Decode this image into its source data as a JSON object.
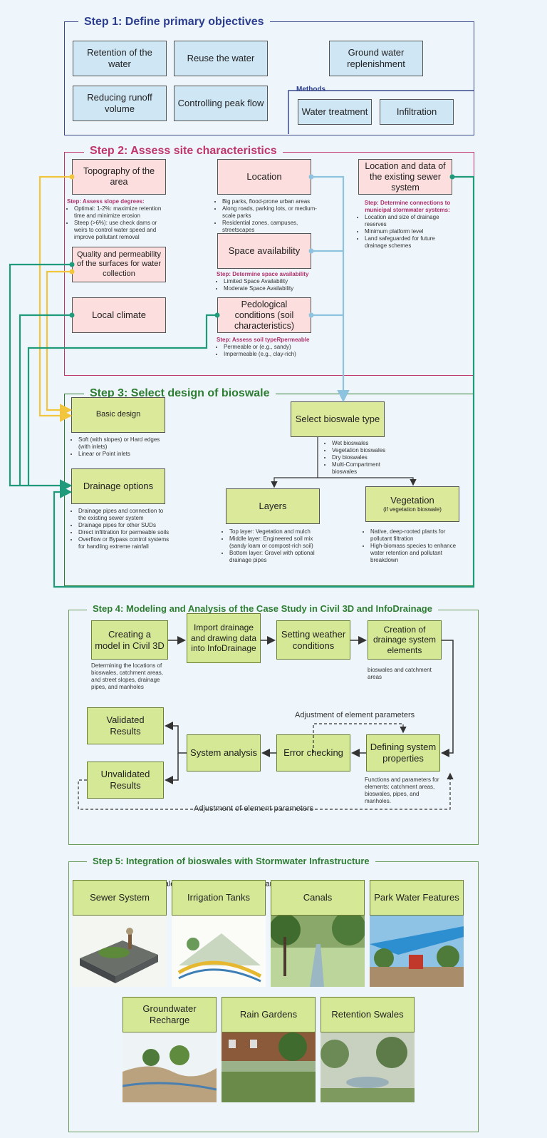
{
  "step1": {
    "title": "Step 1: Define primary objectives",
    "objectives": [
      "Retention of the water",
      "Reuse the water",
      "Ground water replenishment",
      "Reducing runoff volume",
      "Controlling peak flow"
    ],
    "methods_label": "Methods",
    "methods": [
      "Water treatment",
      "Infiltration"
    ]
  },
  "step2": {
    "title": "Step 2: Assess site characteristics",
    "topography": "Topography of the area",
    "slope_head": "Step: Assess slope degrees:",
    "slope_items": [
      "Optimal: 1-2%: maximize retention time and minimize erosion",
      "Steep (>6%): use check dams or weirs to control water speed and improve pollutant removal"
    ],
    "quality": "Quality and permeability of the surfaces for water collection",
    "climate": "Local climate",
    "location": "Location",
    "location_items": [
      "Big parks, flood-prone urban areas",
      "Along roads, parking lots, or medium-scale parks",
      "Residential zones, campuses, streetscapes"
    ],
    "space": "Space availability",
    "space_head": "Step: Determine space availability",
    "space_items": [
      "Limited Space Availability",
      "Moderate Space Availability"
    ],
    "pedological": "Pedological conditions (soil characteristics)",
    "soil_head": "Step: Assess soil typeRpermeable",
    "soil_items": [
      "Permeable or  (e.g., sandy)",
      "Impermeable (e.g., clay-rich)"
    ],
    "sewer": "Location and data of the existing sewer system",
    "sewer_head": "Step: Determine connections to municipal stormwater systems:",
    "sewer_items": [
      "Location and size of drainage reserves",
      "Minimum platform level",
      "Land safeguarded for future drainage schemes"
    ]
  },
  "step3": {
    "title": "Step 3: Select design of bioswale",
    "basic": "Basic design",
    "basic_items": [
      "Soft (with slopes) or Hard edges (with inlets)",
      "Linear or Point inlets"
    ],
    "drainage": "Drainage options",
    "drainage_items": [
      "Drainage pipes and connection to the existing sewer system",
      "Drainage pipes for other SUDs",
      "Direct infiltration for permeable soils",
      "Overflow or Bypass control systems for handling extreme rainfall"
    ],
    "type": "Select bioswale type",
    "type_items": [
      "Wet bioswales",
      "Vegetation bioswales",
      "Dry bioswales",
      "Multi-Compartment bioswales"
    ],
    "layers": "Layers",
    "layers_items": [
      "Top layer: Vegetation and mulch",
      "Middle layer: Engineered soil mix (sandy loam or compost-rich soil)",
      "Bottom layer: Gravel with optional drainage pipes"
    ],
    "vegetation": "Vegetation",
    "vegetation_sub": "(if vegetation bioswale)",
    "vegetation_items": [
      "Native, deep-rooted plants for pollutant filtration",
      "High-biomass species to enhance water retention and pollutant breakdown"
    ]
  },
  "step4": {
    "title": "Step 4:  Modeling and Analysis of the Case Study in Civil 3D and InfoDrainage",
    "creating": "Creating a model in Civil 3D",
    "creating_note": "Determining the locations of bioswales, catchment areas, and street slopes, drainage pipes, and manholes",
    "import": "Import drainage and drawing data into InfoDrainage",
    "weather": "Setting weather conditions",
    "creation": "Creation of drainage system elements",
    "creation_note": "bioswales and catchment areas",
    "defining": "Defining system properties",
    "defining_note": "Functions and parameters for elements: catchment areas, bioswales, pipes, and manholes.",
    "error": "Error checking",
    "analysis": "System analysis",
    "validated": "Validated Results",
    "unvalidated": "Unvalidated Results",
    "adjust_top": "Adjustment of element parameters",
    "adjust_bottom": "Adjustment of element parameters"
  },
  "step5": {
    "title": "Step 5:  Integration of bioswales with Stormwater Infrastructure",
    "intro": "The pathways from bioswales for water management can include:",
    "row1": [
      "Sewer System",
      "Irrigation Tanks",
      "Canals",
      "Park Water Features"
    ],
    "row2": [
      "Groundwater Recharge",
      "Rain Gardens",
      "Retention Swales"
    ]
  },
  "colors": {
    "yellow_link": "#f2c53d",
    "teal_link": "#1f9a7a",
    "blue_link": "#8ec3e0"
  }
}
